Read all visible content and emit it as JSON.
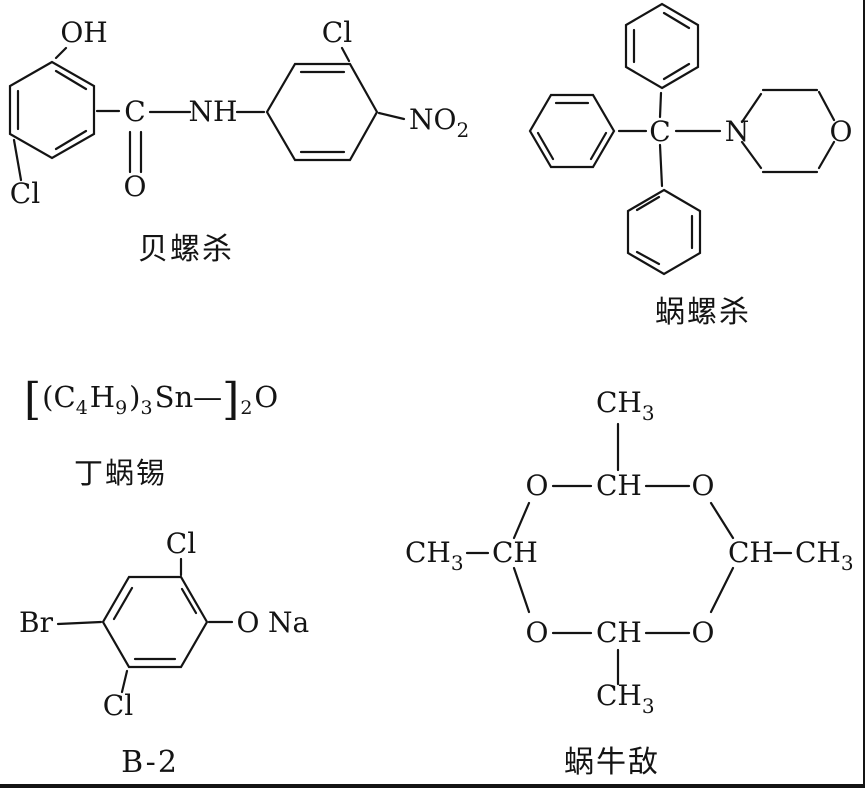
{
  "page": {
    "background": "#ffffff",
    "ink": "#141414"
  },
  "structures": {
    "niclosamide": {
      "name_label": "贝螺杀",
      "atoms": {
        "oh": "OH",
        "cl_ring_a": "Cl",
        "carbonyl_c": "C",
        "carbonyl_o": "O",
        "nh": "NH",
        "cl_ring_b": "Cl",
        "nitro_main": "NO",
        "nitro_sub": "2"
      }
    },
    "trifenmorph": {
      "name_label": "蜗螺杀",
      "atoms": {
        "central_c": "C",
        "n": "N",
        "o": "O"
      }
    },
    "tbto": {
      "name_label": "丁蜗锡",
      "formula": {
        "lbracket": "[",
        "seg1": "(C",
        "sub1": "4",
        "seg2": "H",
        "sub2": "9",
        "seg3": ")",
        "sub3": "3",
        "seg4": "Sn",
        "bond_dash": "—",
        "rbracket": "]",
        "sub4": "2",
        "seg5": "O"
      }
    },
    "b2": {
      "name_label": "B-2",
      "atoms": {
        "cl_top": "Cl",
        "br": "Br",
        "cl_bottom": "Cl",
        "o": "O",
        "na": "Na"
      }
    },
    "metaldehyde": {
      "name_label": "蜗牛敌",
      "atoms": {
        "ch": "CH",
        "o": "O",
        "methyl_main": "CH",
        "methyl_sub": "3"
      }
    }
  }
}
